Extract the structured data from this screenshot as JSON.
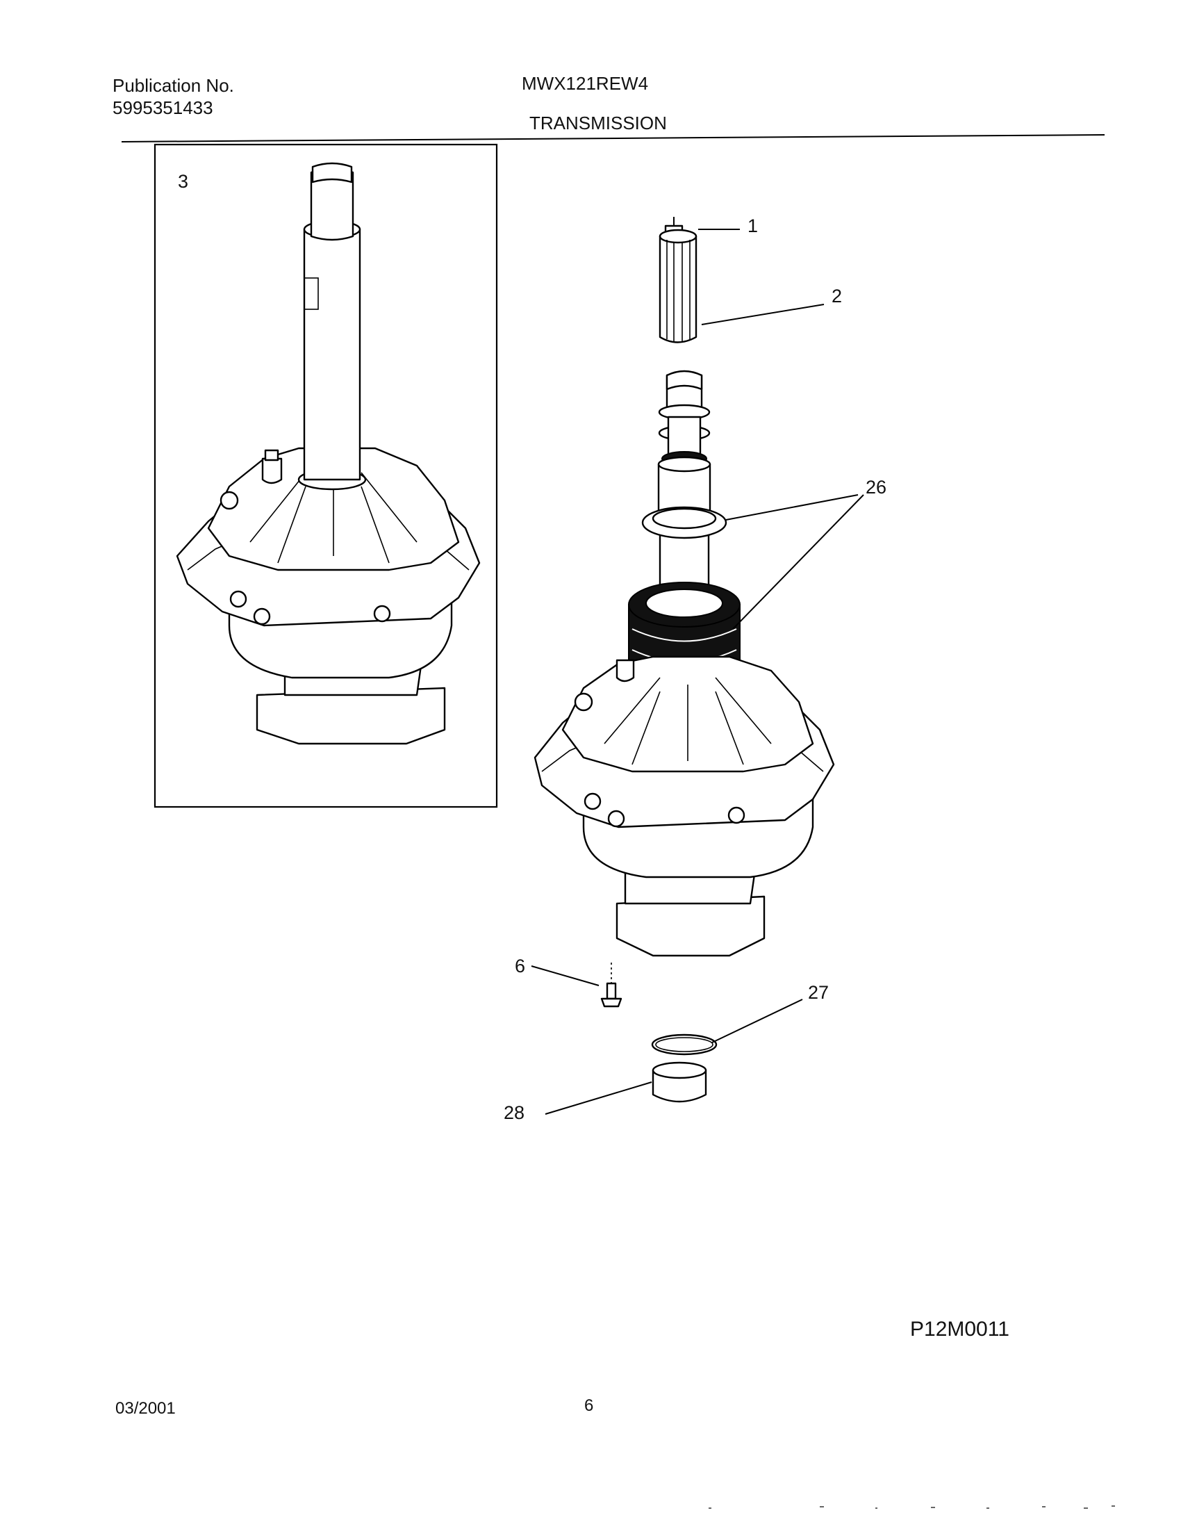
{
  "header": {
    "publication_label": "Publication No.",
    "publication_number": "5995351433",
    "model": "MWX121REW4",
    "section_title": "TRANSMISSION"
  },
  "callouts": {
    "part_1": "1",
    "part_2": "2",
    "part_3": "3",
    "part_6": "6",
    "part_26": "26",
    "part_27": "27",
    "part_28": "28"
  },
  "figure_code": "P12M0011",
  "footer": {
    "date": "03/2001",
    "page_number": "6"
  }
}
